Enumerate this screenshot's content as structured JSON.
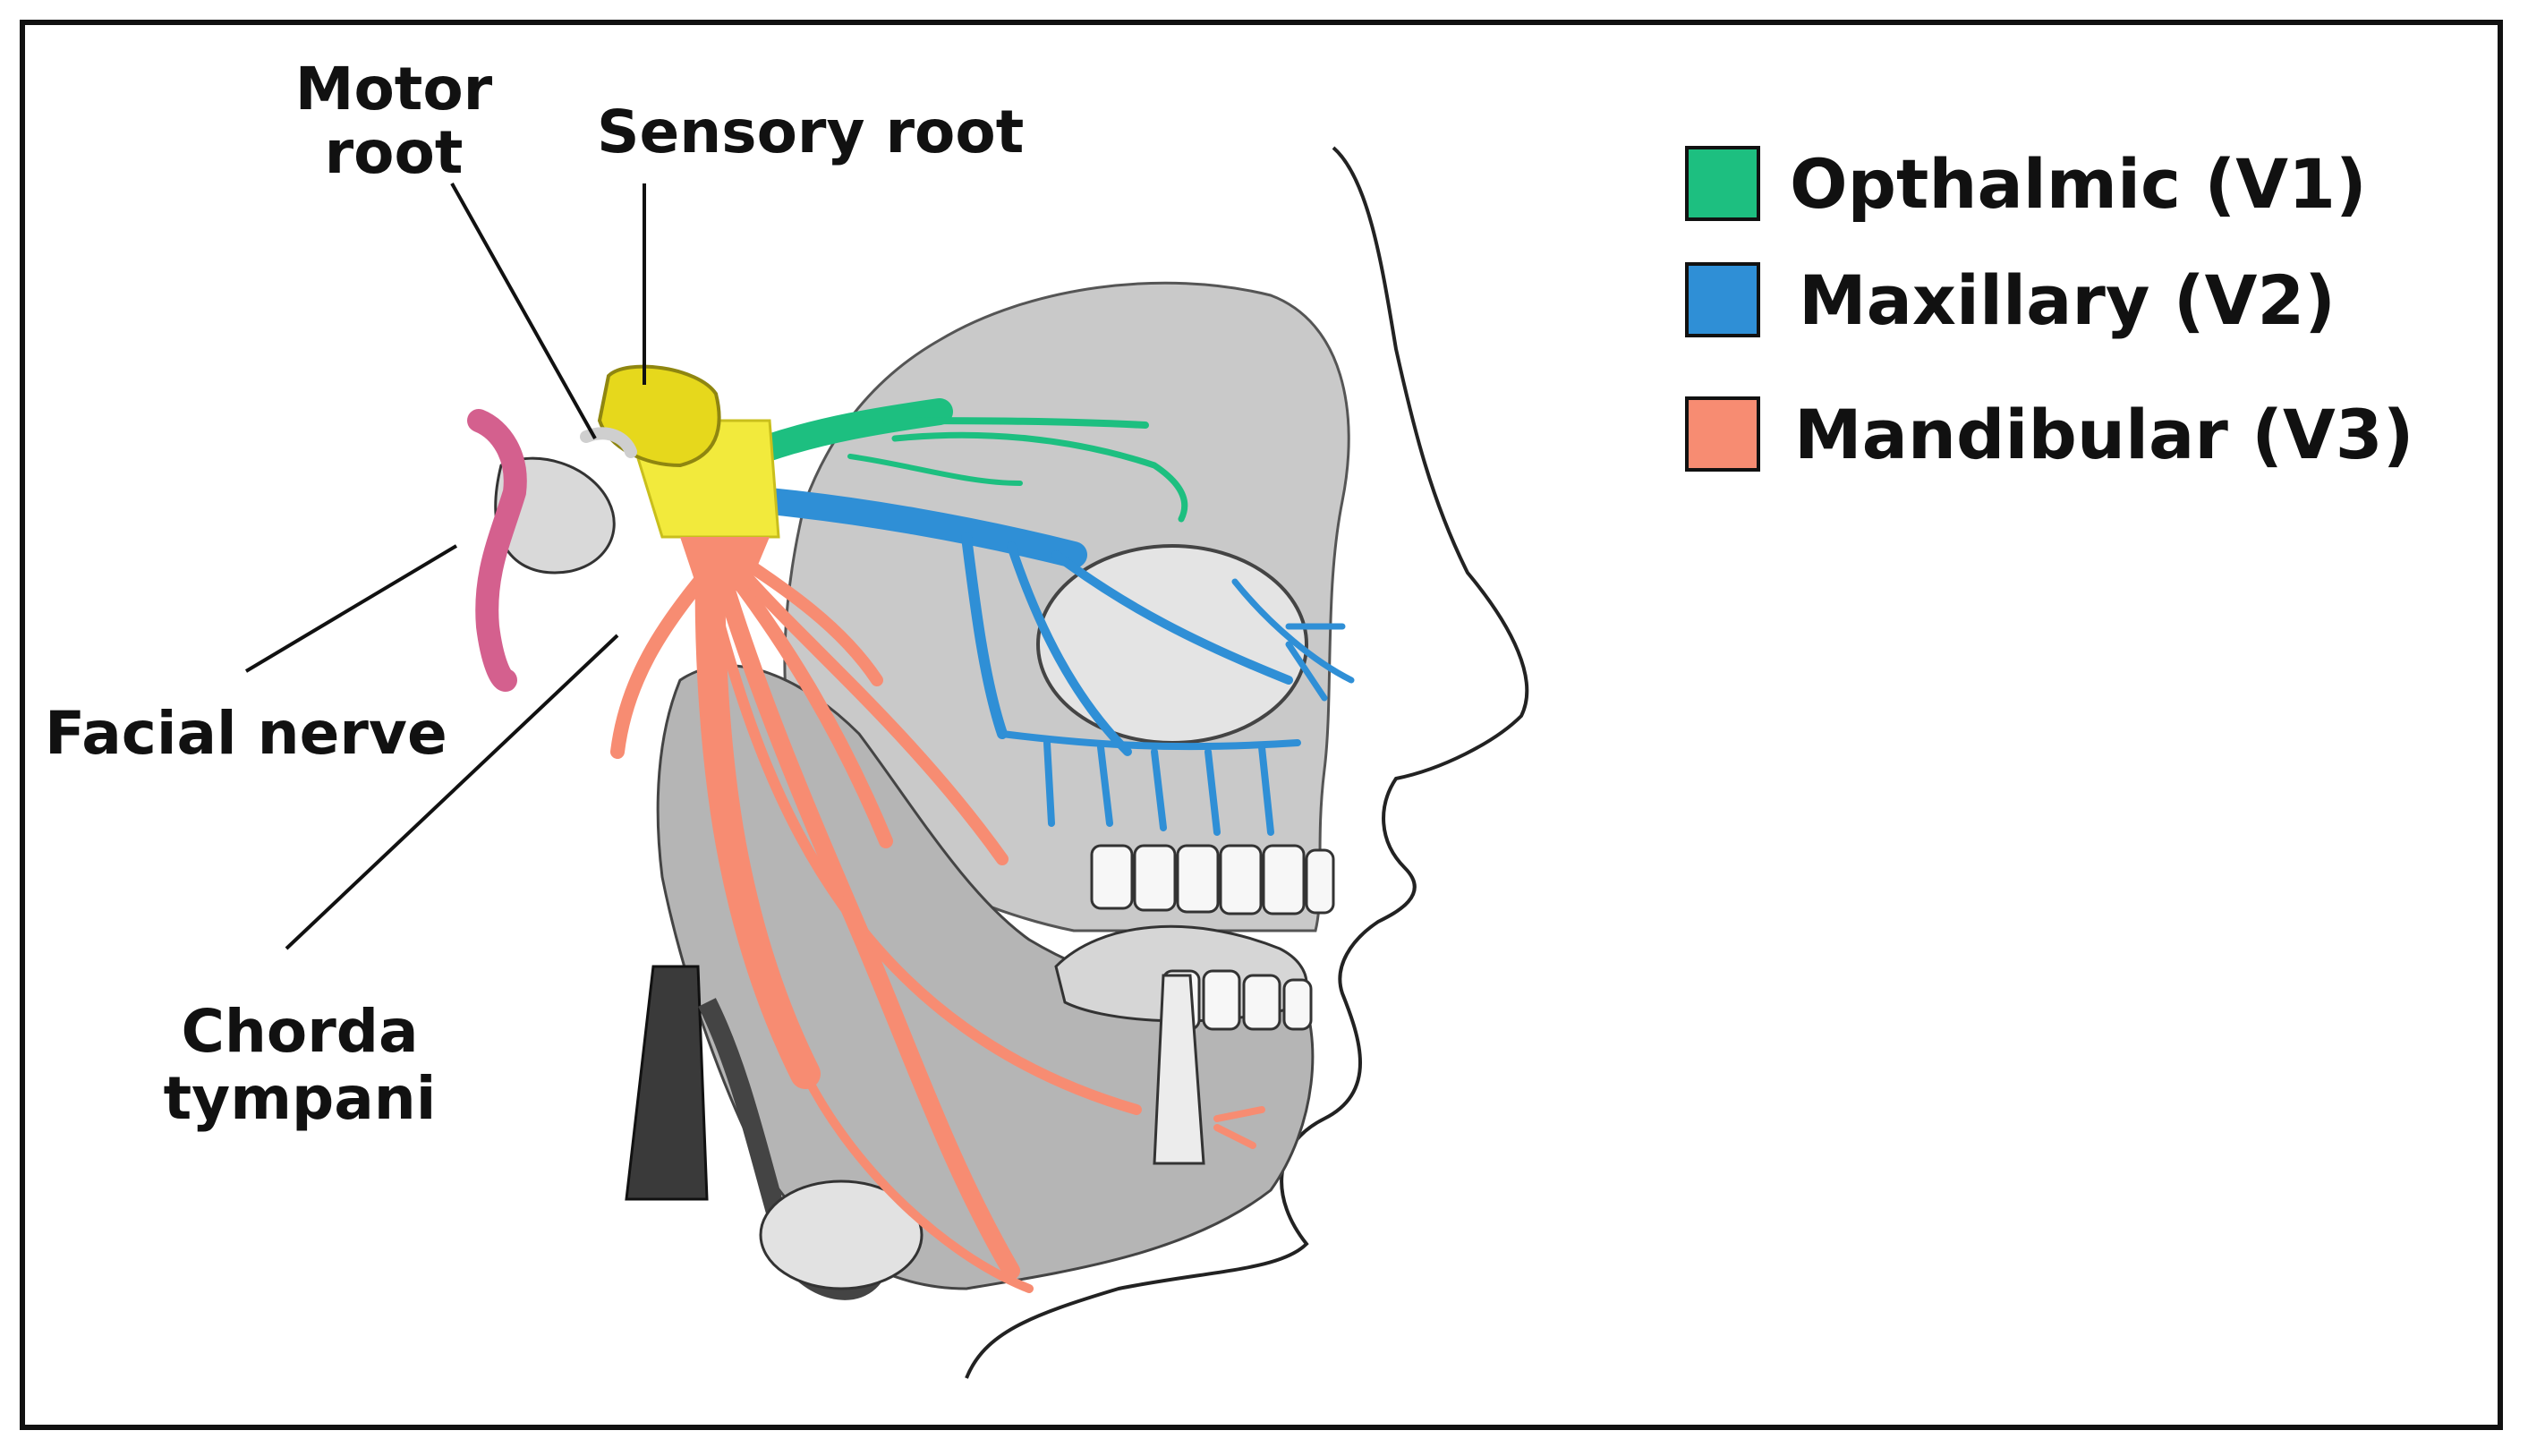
{
  "labels": {
    "motor_root_line1": "Motor",
    "motor_root_line2": "root",
    "sensory_root": "Sensory root",
    "facial_nerve": "Facial nerve",
    "chorda_line1": "Chorda",
    "chorda_line2": "tympani"
  },
  "legend": {
    "items": [
      {
        "label": "Opthalmic (V1)",
        "color": "#1dbf80"
      },
      {
        "label": "Maxillary (V2)",
        "color": "#2f8fd6"
      },
      {
        "label": "Mandibular (V3)",
        "color": "#f78c72"
      }
    ]
  },
  "colors": {
    "ganglion": "#f2ea3c",
    "sensory_root": "#e6d81c",
    "ophthalmic": "#1dbf80",
    "maxillary": "#2f8fd6",
    "mandibular": "#f78c72",
    "facial_nerve": "#d4608e",
    "outline": "#222222",
    "shading": "#8a8a8a"
  },
  "icons": {
    "illustration": "trigeminal-nerve-anatomy-illustration"
  }
}
